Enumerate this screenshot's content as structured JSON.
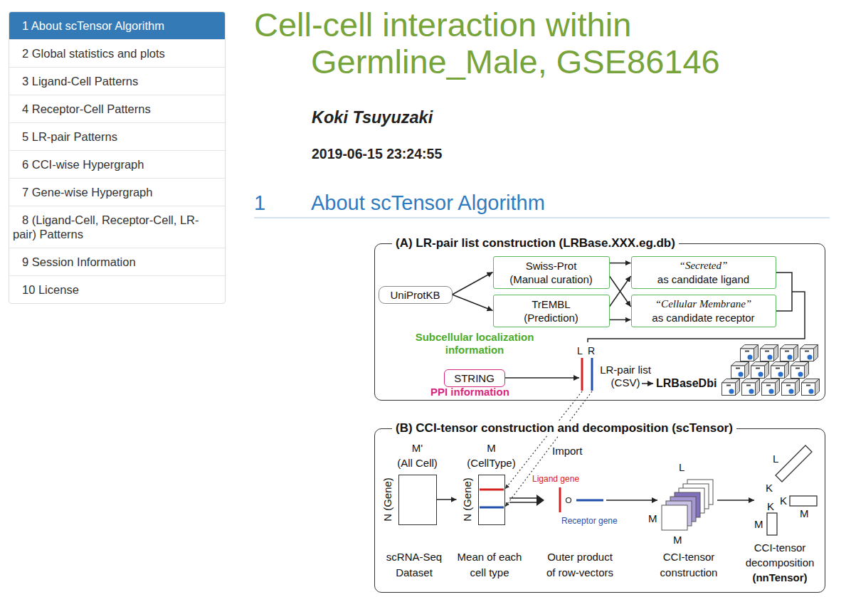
{
  "diagram": {
    "title": "Cell-cell interaction within Germline_Male, GSE86146",
    "nodes": [
      {
        "text": [
          "(A) LR-pair list construction (LRBase.XXX.eg.db)"
        ]
      },
      {
        "text": [
          "UniProtKB"
        ],
        "in": 0
      },
      {
        "text": [
          "Swiss-Prot",
          "(Manual curation)"
        ],
        "in": 0
      },
      {
        "text": [
          "TrEMBL",
          "(Prediction)"
        ],
        "in": 0
      },
      {
        "text": [
          "“Secreted”",
          "as candidate ligand"
        ],
        "in": 0
      },
      {
        "text": [
          "“Cellular Membrane”",
          "as candidate receptor"
        ],
        "in": 0
      },
      {
        "text": [
          "STRING"
        ],
        "in": 0
      },
      {
        "text": [
          "(B) CCI-tensor construction and decomposition (scTensor)"
        ]
      },
      {
        "text": [
          "M'",
          "(All Cell)",
          "N (Gene)"
        ],
        "in": 7
      },
      {
        "text": [
          "M",
          "(CellType)",
          "N (Gene)"
        ],
        "in": 7
      }
    ],
    "edges": [
      {
        "from": 1,
        "to": 2,
        "arrow": "to"
      },
      {
        "from": 1,
        "to": 3,
        "arrow": "to"
      },
      {
        "from": 2,
        "to": 4,
        "arrow": "to"
      },
      {
        "from": 2,
        "to": 5,
        "arrow": "to"
      },
      {
        "from": 3,
        "to": 4,
        "arrow": "to"
      },
      {
        "from": 3,
        "to": 5,
        "arrow": "to"
      },
      {
        "from": 8,
        "to": 9,
        "arrow": "to"
      }
    ],
    "labels": [
      "1 About scTensor Algorithm",
      "2 Global statistics and plots",
      "3 Ligand-Cell Patterns",
      "4 Receptor-Cell Patterns",
      "5 LR-pair Patterns",
      "6 CCI-wise Hypergraph",
      "7 Gene-wise Hypergraph",
      "8 (Ligand-Cell, Receptor-Cell, LR-pair) Patterns",
      "9 Session Information",
      "10 License",
      "Koki Tsuyuzaki",
      "2019-06-15 23:24:55",
      "1",
      "About scTensor Algorithm",
      "Subcellular localization information",
      "PPI information",
      "L",
      "R",
      "LR-pair list (CSV)",
      "LRBaseDbi",
      "Import",
      "Ligand gene",
      "Receptor gene",
      "L",
      "M",
      "M",
      "L",
      "K",
      "K",
      "M",
      "K",
      "M",
      "scRNA-Seq Dataset",
      "Mean of each cell type",
      "Outer product of row-vectors",
      "CCI-tensor construction",
      "CCI-tensor decomposition",
      "(nnTensor)"
    ]
  }
}
